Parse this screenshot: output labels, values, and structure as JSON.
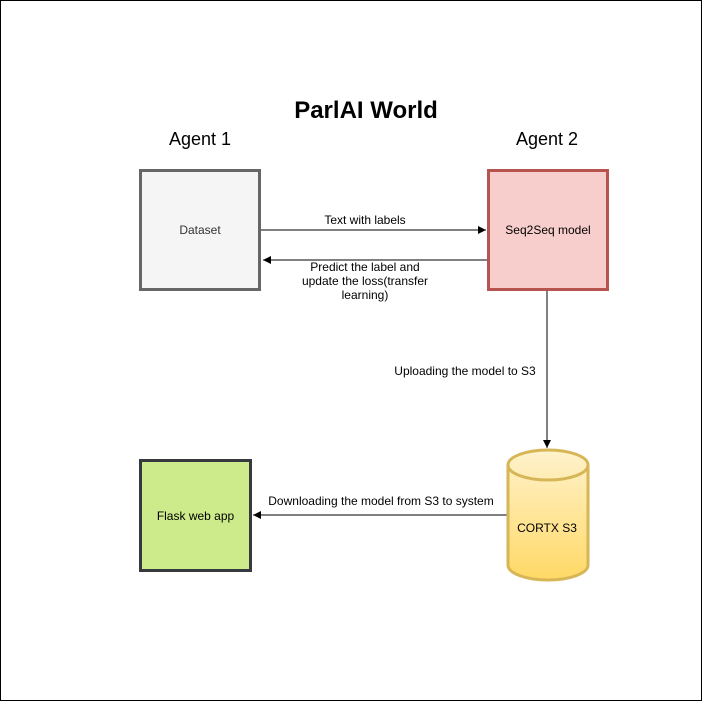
{
  "title": "ParlAI World",
  "agents": {
    "agent1_label": "Agent 1",
    "agent2_label": "Agent 2"
  },
  "nodes": {
    "dataset": {
      "label": "Dataset",
      "fill": "#f5f5f5",
      "stroke": "#666666"
    },
    "seq2seq": {
      "label": "Seq2Seq model",
      "fill": "#f8cecc",
      "stroke": "#b85450"
    },
    "flask": {
      "label": "Flask web app",
      "fill": "#cdeb8b",
      "stroke": "#36393d"
    },
    "cortx": {
      "label": "CORTX S3",
      "fill_top": "#fff2cc",
      "fill_bottom": "#ffd966",
      "stroke": "#d6b656"
    }
  },
  "edges": {
    "text_with_labels": "Text with labels",
    "predict_line1": "Predict the label and",
    "predict_line2": "update the loss(transfer",
    "predict_line3": "learning)",
    "uploading": "Uploading the model to S3",
    "downloading": "Downloading the model from S3 to system"
  }
}
